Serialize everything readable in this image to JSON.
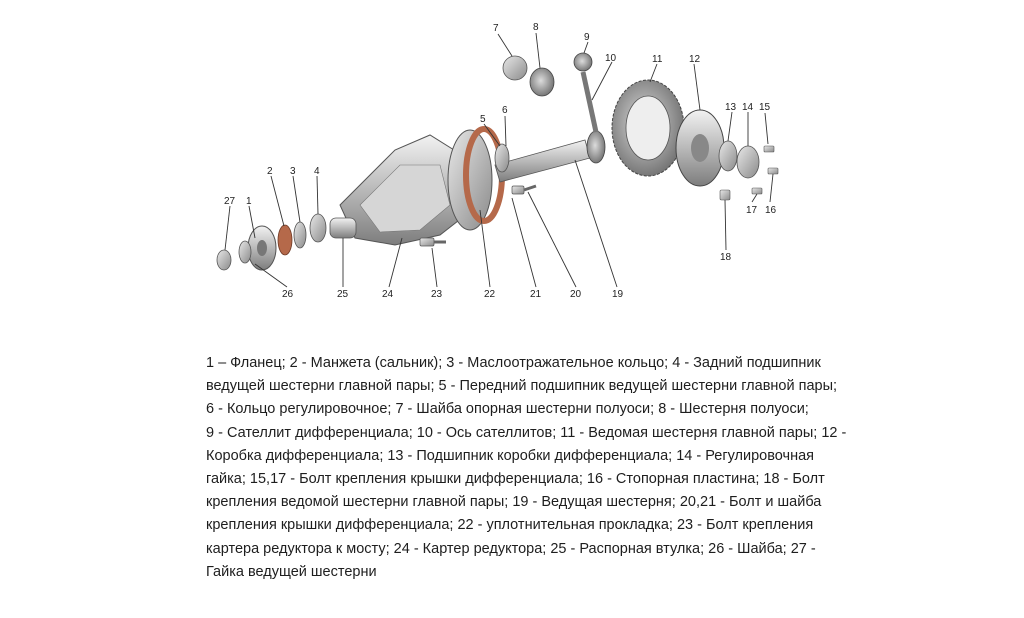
{
  "callouts": [
    "1",
    "2",
    "3",
    "4",
    "5",
    "6",
    "7",
    "8",
    "9",
    "10",
    "11",
    "12",
    "13",
    "14",
    "15",
    "16",
    "17",
    "18",
    "19",
    "20",
    "21",
    "22",
    "23",
    "24",
    "25",
    "26",
    "27"
  ],
  "caption_lines": [
    "1 – Фланец; 2 - Манжета (сальник); 3 - Маслоотражательное кольцо; 4 - Задний подшипник",
    "ведущей шестерни главной пары; 5 - Передний подшипник ведущей шестерни главной пары;",
    "6 - Кольцо регулировочное; 7 - Шайба опорная шестерни полуоси; 8 - Шестерня полуоси;",
    "9 - Сателлит дифференциала; 10 - Ось сателлитов; 11 - Ведомая шестерня главной пары; 12 -",
    "Коробка дифференциала; 13 - Подшипник коробки дифференциала; 14 - Регулировочная",
    "гайка; 15,17 - Болт крепления крышки дифференциала; 16 - Стопорная пластина; 18 - Болт",
    "крепления ведомой шестерни главной пары; 19 - Ведущая шестерня; 20,21 - Болт и шайба",
    "крепления крышки дифференциала; 22 - уплотнительная прокладка; 23 - Болт крепления",
    "картера редуктора к мосту; 24 - Картер редуктора; 25 - Распорная втулка; 26 - Шайба; 27 -",
    "Гайка ведущей шестерни"
  ]
}
